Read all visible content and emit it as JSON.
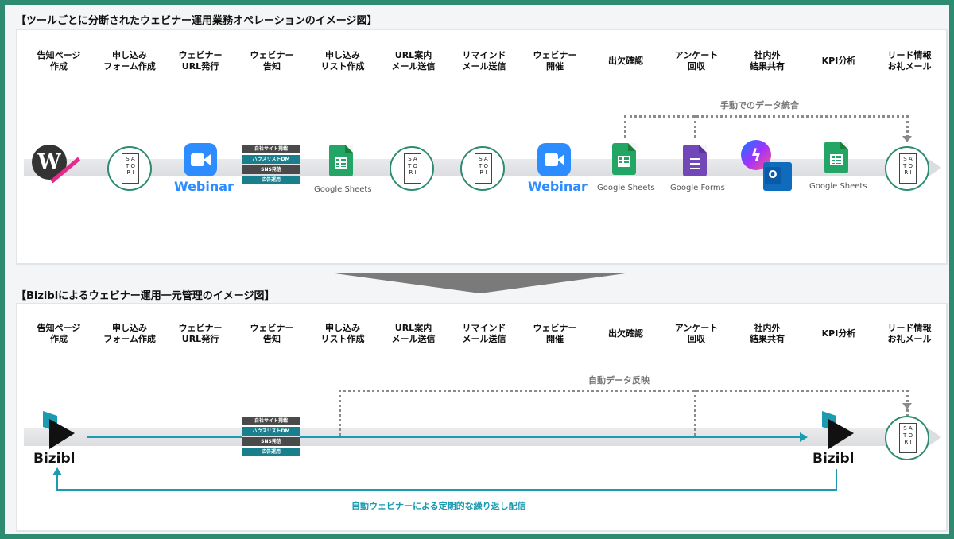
{
  "top_section": {
    "title": "【ツールごとに分断されたウェビナー運用業務オペレーションのイメージ図】",
    "manual_integration_note": "手動でのデータ統合"
  },
  "bottom_section": {
    "title": "【Biziblによるウェビナー運用一元管理のイメージ図】",
    "auto_reflection_note": "自動データ反映",
    "recurring_delivery_note": "自動ウェビナーによる定期的な繰り返し配信"
  },
  "steps": [
    "告知ページ\n作成",
    "申し込み\nフォーム作成",
    "ウェビナー\nURL発行",
    "ウェビナー\n告知",
    "申し込み\nリスト作成",
    "URL案内\nメール送信",
    "リマインド\nメール送信",
    "ウェビナー\n開催",
    "出欠確認",
    "アンケート\n回収",
    "社内外\n結果共有",
    "KPI分析",
    "リード情報\nお礼メール"
  ],
  "tools": {
    "satori_card": "S A\nT O\nR I",
    "webinar_label": "Webinar",
    "google_sheets_label": "Google Sheets",
    "google_forms_label": "Google Forms",
    "bizibl_label": "Bizibl",
    "promotion_tags": [
      "自社サイト掲載",
      "ハウスリストDM",
      "SNS発信",
      "広告運用"
    ]
  },
  "colors": {
    "frame": "#2e8b72",
    "zoom_blue": "#2d8cff",
    "sheets_green": "#23a566",
    "forms_purple": "#7248b9",
    "bizibl_teal": "#1b9ab0"
  }
}
